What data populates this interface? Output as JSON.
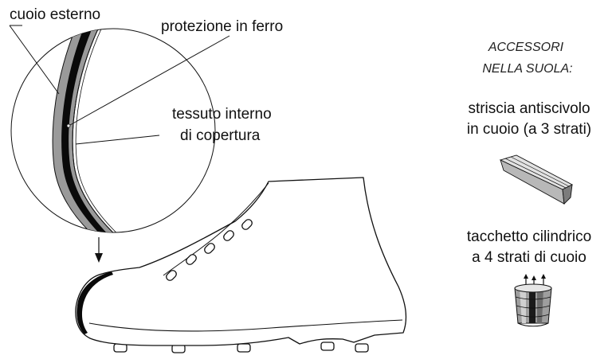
{
  "labels": {
    "outer_leather": "cuoio esterno",
    "iron_protection": "protezione in ferro",
    "inner_fabric_line1": "tessuto interno",
    "inner_fabric_line2": "di copertura",
    "accessories_line1": "ACCESSORI",
    "accessories_line2": "NELLA SUOLA:",
    "strip_line1": "striscia antiscivolo",
    "strip_line2": "in cuoio (a 3 strati)",
    "stud_line1": "tacchetto cilindrico",
    "stud_line2": "a 4 strati di cuoio"
  },
  "colors": {
    "line": "#111111",
    "leather_gray": "#9a9a9a",
    "iron_black": "#0a0a0a",
    "light_gray": "#d8d8d8",
    "mid_gray": "#b5b5b5",
    "dark_gray": "#6e6e6e"
  }
}
